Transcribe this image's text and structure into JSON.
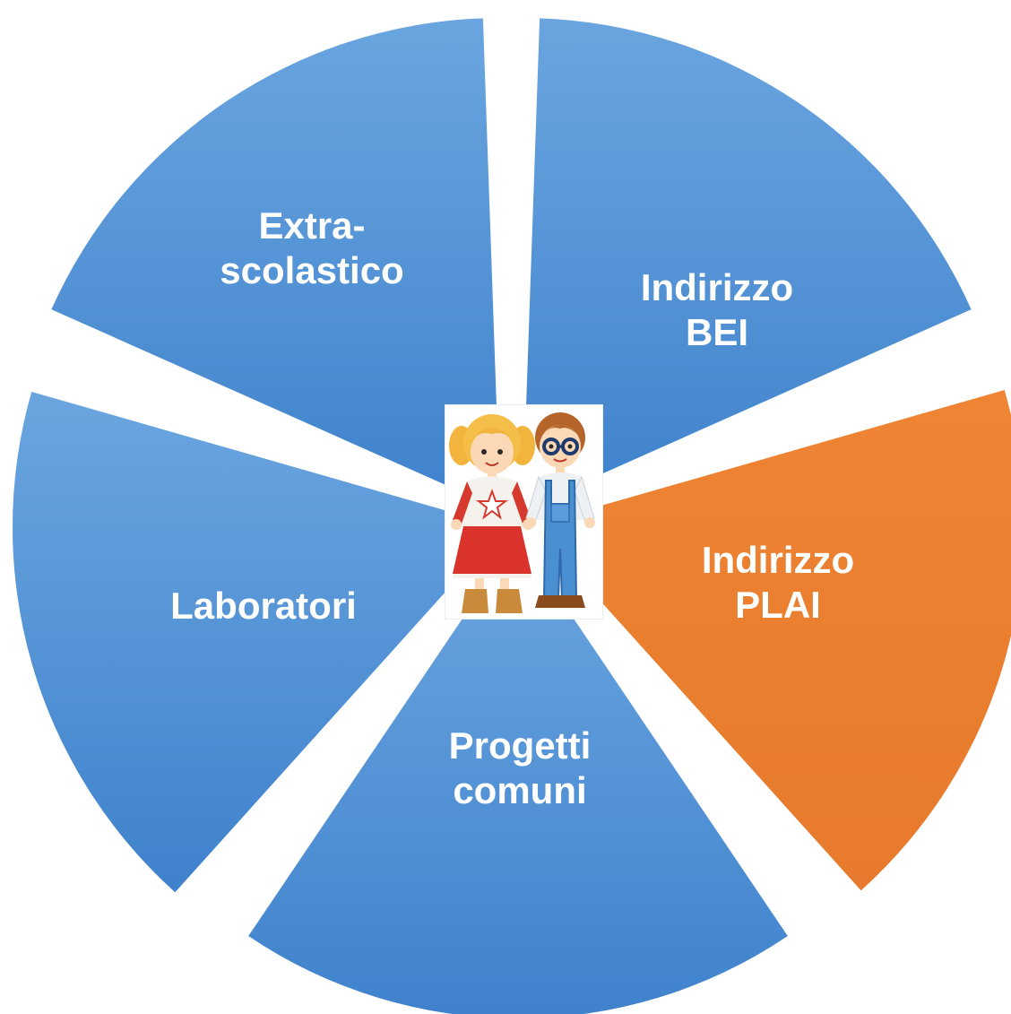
{
  "segments": [
    {
      "id": "indirizzo-bei",
      "lines": [
        "Indirizzo",
        "BEI"
      ],
      "color": "#4a8fd6"
    },
    {
      "id": "indirizzo-plai",
      "lines": [
        "Indirizzo",
        "PLAI"
      ],
      "color": "#ea7c32"
    },
    {
      "id": "progetti-comuni",
      "lines": [
        "Progetti",
        "comuni"
      ],
      "color": "#4a8fd6"
    },
    {
      "id": "laboratori",
      "lines": [
        "Laboratori"
      ],
      "color": "#4a8fd6"
    },
    {
      "id": "extra-scolastico",
      "lines": [
        "Extra-",
        "scolastico"
      ],
      "color": "#4a8fd6"
    }
  ],
  "center_image": {
    "icon": "children-illustration-icon",
    "figures": [
      "girl-with-pigtails",
      "boy-with-glasses"
    ]
  }
}
